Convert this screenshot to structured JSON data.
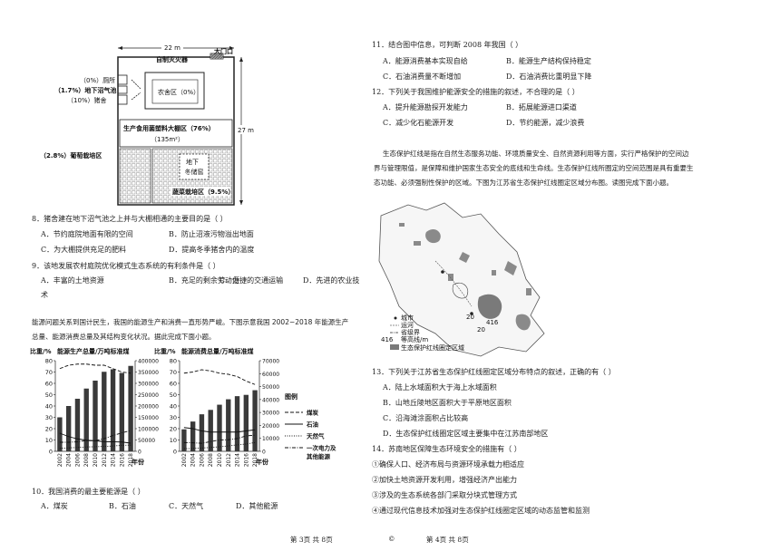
{
  "farm": {
    "width": "22 m",
    "height": "27 m",
    "gate": "大门口",
    "extinguisher": "自制灭火器",
    "toilet": "（0%）厕所",
    "biogas": "（1.7%）地下沼气池",
    "pig": "（10%）猪舍",
    "dorm": "农舍区（0%）",
    "greenhouse_line1": "生产食用菌塑料大棚区（76%）",
    "greenhouse_line2": "（135m²）",
    "grape": "（2.8%）葡萄栽培区",
    "cellar_line1": "地下",
    "cellar_line2": "冬储窖",
    "veg": "蔬菜栽培区（9.5%）"
  },
  "q8": {
    "stem": "8．猪舍建在地下沼气池之上并与大棚相通的主要目的是（   ）",
    "a": "A．节约庭院地面有限的空间",
    "b": "B．防止沼液污物溢出地面",
    "c": "C．为大棚提供充足的肥料",
    "d": "D．提高冬季猪舍内的温度"
  },
  "q9": {
    "stem": "9．该地发展农村庭院优化模式生态系统的有利条件是（   ）",
    "a": "A．丰富的土地资源",
    "b": "B．充足的剩余劳动力",
    "c": "C．便捷的交通运输",
    "d": "D．先进的农业技",
    "d2": "术"
  },
  "energy_intro": {
    "line1": "能源问题关系到国计民生，我国的能源生产和消费一直形势严峻。下图示意我国 2002−2018 年能源生产",
    "line2": "总量、能源消费总量及其结构变化状况。据此完成下面小题。"
  },
  "chart_data": [
    {
      "type": "bar",
      "title": "能源生产总量/万吨标准煤",
      "ylabel_left": "比重/%",
      "xlabel": "年份",
      "categories": [
        "2002",
        "2004",
        "2006",
        "2008",
        "2010",
        "2012",
        "2014",
        "2016",
        "2018"
      ],
      "y_left_ticks": [
        "0",
        "10",
        "20",
        "30",
        "40",
        "50",
        "60",
        "70",
        "80"
      ],
      "y_right_ticks": [
        "0",
        "50000",
        "100000",
        "150000",
        "200000",
        "250000",
        "300000",
        "350000",
        "400000"
      ],
      "ylim_right": [
        0,
        400000
      ],
      "ylim_left": [
        0,
        80
      ],
      "series": [
        {
          "values": [
            150000,
            200000,
            232000,
            277000,
            312000,
            351000,
            362000,
            346000,
            377000
          ]
        }
      ],
      "lines": [
        {
          "values": [
            73,
            76,
            77,
            77,
            76,
            76,
            73,
            70,
            69
          ],
          "style": "dashed"
        },
        {
          "values": [
            16,
            13,
            11,
            9.8,
            9.3,
            8.5,
            8.4,
            8.2,
            7.2
          ],
          "style": "solid"
        },
        {
          "values": [
            2.6,
            3,
            3.4,
            3.8,
            4.1,
            4.3,
            4.7,
            5.3,
            5.5
          ],
          "style": "dotted"
        },
        {
          "values": [
            8,
            8,
            8.4,
            9.4,
            9.4,
            11.2,
            13.9,
            16.3,
            18.3
          ],
          "style": "dashdot"
        }
      ]
    },
    {
      "type": "bar",
      "title": "能源消费总量/万吨标准煤",
      "ylabel_left": "比重/%",
      "xlabel": "年份",
      "categories": [
        "2002",
        "2004",
        "2006",
        "2008",
        "2010",
        "2012",
        "2014",
        "2016",
        "2018"
      ],
      "y_left_ticks": [
        "0",
        "10",
        "20",
        "30",
        "40",
        "50",
        "60",
        "70",
        "80"
      ],
      "y_right_ticks": [
        "0",
        "10000",
        "20000",
        "30000",
        "40000",
        "50000",
        "60000",
        "70000"
      ],
      "ylim_right": [
        0,
        70000
      ],
      "ylim_left": [
        0,
        80
      ],
      "series": [
        {
          "values": [
            17000,
            23000,
            28600,
            32000,
            36000,
            40200,
            42600,
            43600,
            47200
          ]
        }
      ],
      "lines": [
        {
          "values": [
            69,
            70,
            72,
            71,
            69,
            68,
            66,
            62,
            59
          ],
          "style": "dashed"
        },
        {
          "values": [
            21,
            20,
            18,
            17,
            17,
            17,
            17,
            18,
            19
          ],
          "style": "solid"
        },
        {
          "values": [
            2.3,
            2.5,
            2.9,
            3.4,
            4,
            4.8,
            5.7,
            6.4,
            7.8
          ],
          "style": "dotted"
        },
        {
          "values": [
            7.7,
            7.5,
            7.1,
            8.6,
            10,
            10.2,
            11.3,
            13.6,
            14.3
          ],
          "style": "dashdot"
        }
      ],
      "legend": {
        "title": "图例",
        "items": [
          "煤炭",
          "石油",
          "天然气",
          "一次电力及",
          "其他能源"
        ]
      }
    }
  ],
  "q10": {
    "stem": "10．我国消费的最主要能源是（   ）",
    "a": "A．煤炭",
    "b": "B．石油",
    "c": "C．天然气",
    "d": "D．其他能源"
  },
  "q11": {
    "stem": "11．结合图中信息，可判断 2008 年我国（   ）",
    "a": "A．能源消费基本实现自给",
    "b": "B．能源生产结构保持稳定",
    "c": "C．石油消费量不断增加",
    "d": "D．石油消费比重明显下降"
  },
  "q12": {
    "stem": "12．下列关于我国维护能源安全的措施的叙述，不合理的是（   ）",
    "a": "A．提升能源勘探开发能力",
    "b": "B．拓展能源进口渠道",
    "c": "C．减少化石能源开发",
    "d": "D．节约能源，减少浪费"
  },
  "eco_intro": {
    "line1": "生态保护红线是指在自然生态服务功能、环境质量安全、自然资源利用等方面，实行严格保护的空间边",
    "line2": "界与管理限值，是保障和维护国家生态安全的底线和生命线。生态保护红线所圈定的空间范围是具有重要生",
    "line3": "态功能、必须强制性保护的区域。下图为江苏省生态保护红线圈定区域分布图。读图完成下面小题。"
  },
  "map": {
    "legend_city": "城市",
    "legend_canal": "运河",
    "legend_border": "省级界",
    "legend_contour_num": "416",
    "legend_contour": "等高线/m",
    "legend_red": "生态保护红线圈定区域",
    "label_a": "20",
    "label_b": "416",
    "label_c": "20"
  },
  "q13": {
    "stem": "13．下列关于江苏省生态保护红线圈定区域分布特点的叙述，正确的有（   ）",
    "a": "A．陆上水域面积大于海上水域面积",
    "b": "B．山地丘陵地区面积大于平原地区面积",
    "c": "C．沿海滩涂面积占比较高",
    "d": "D．生态保护红线圈定区域主要集中在江苏南部地区"
  },
  "q14": {
    "stem": "14．苏南地区保障生态环境安全的措施有（   ）",
    "o1": "①确保人口、经济布局与资源环境承载力相适应",
    "o2": "②加快土地资源开发利用，增强经济产出能力",
    "o3": "③涉及的生态系统各部门采取分块式管理方式",
    "o4": "④通过现代信息技术加强对生态保护红线圈定区域的动态监管和监测"
  },
  "footer": {
    "left": "第 3页  共 8页",
    "mark": "©",
    "right": "第 4页  共 8页"
  }
}
